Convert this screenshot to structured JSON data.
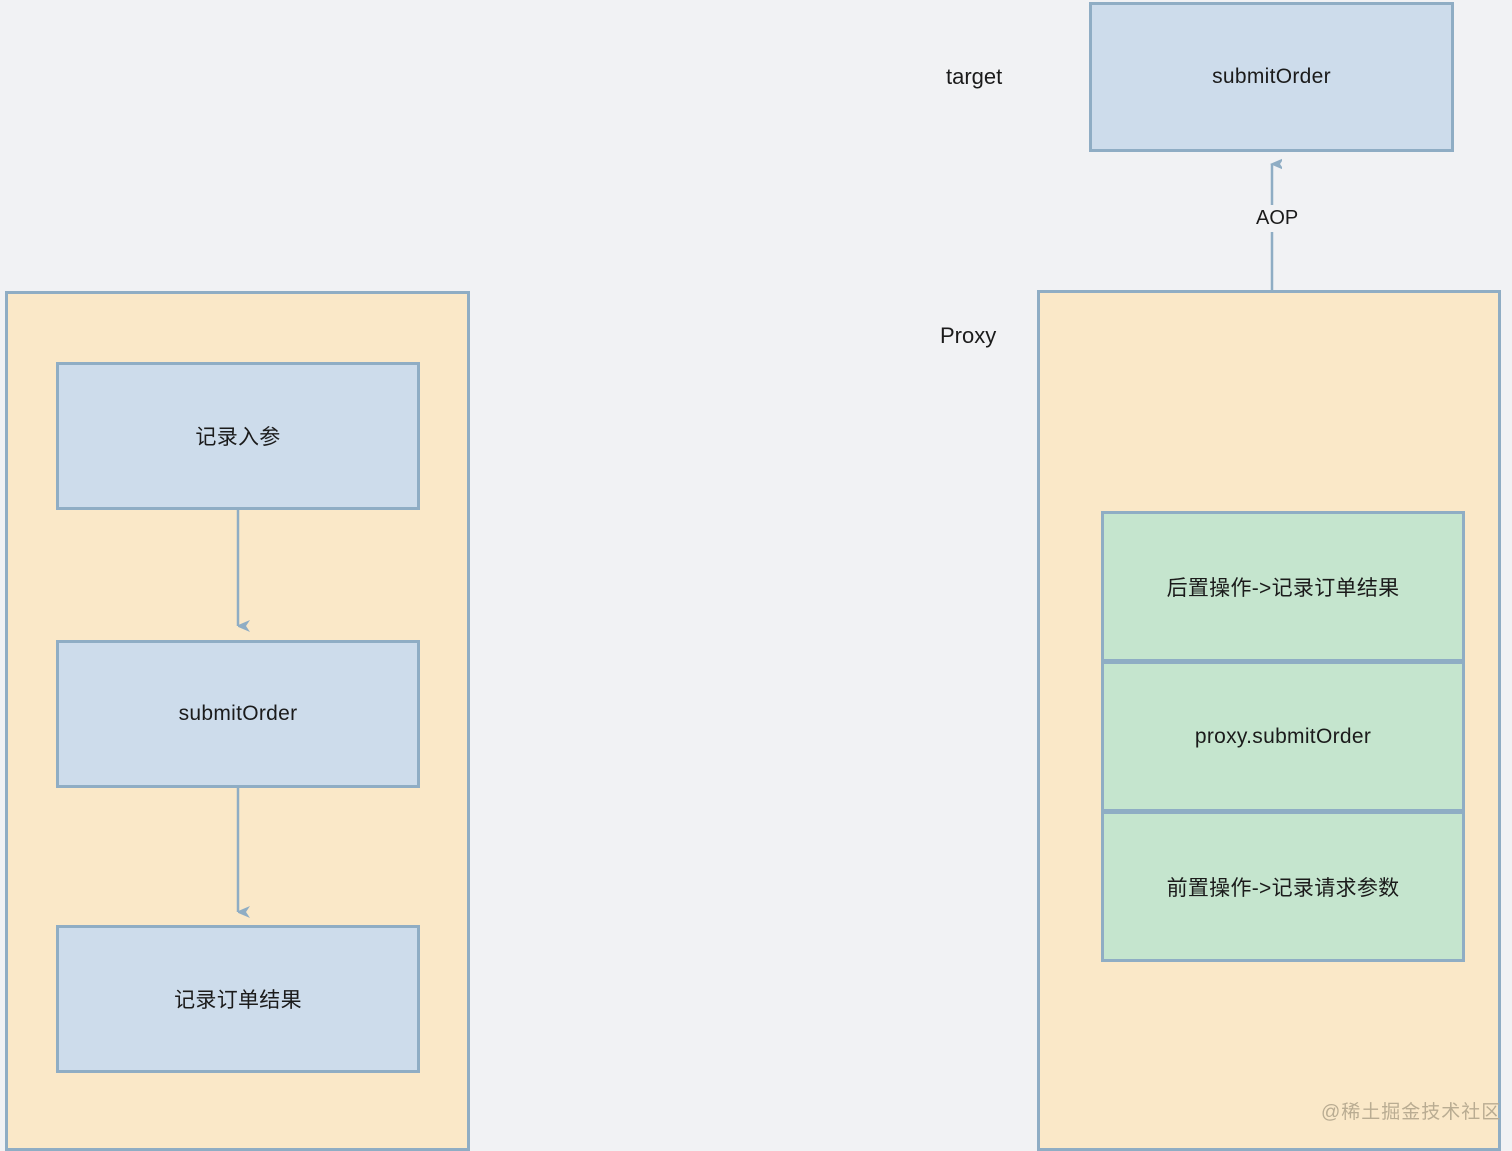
{
  "diagram": {
    "background_color": "#f1f2f4",
    "palette": {
      "orange_fill": "#fae8c8",
      "blue_fill": "#cddceb",
      "green_fill": "#c5e5ce",
      "border": "#8fadc4",
      "arrow": "#8fadc4",
      "text": "#1b1b1b",
      "watermark": "#b9ac92"
    },
    "labels": {
      "target": "target",
      "proxy": "Proxy",
      "aop": "AOP"
    },
    "target_node": {
      "label": "submitOrder"
    },
    "left_flow": {
      "nodes": [
        {
          "label": "记录入参"
        },
        {
          "label": "submitOrder"
        },
        {
          "label": "记录订单结果"
        }
      ]
    },
    "proxy_stack": {
      "nodes": [
        {
          "label": "后置操作->记录订单结果"
        },
        {
          "label": "proxy.submitOrder"
        },
        {
          "label": "前置操作->记录请求参数"
        }
      ]
    },
    "watermark": "@稀土掘金技术社区"
  }
}
